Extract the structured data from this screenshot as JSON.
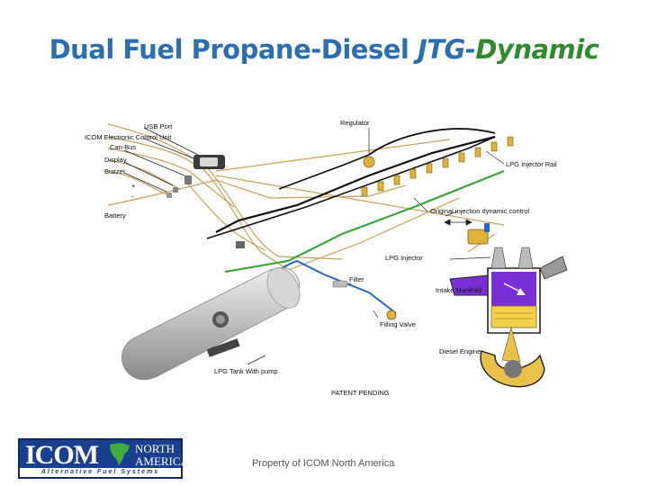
{
  "slide": {
    "title_part1": "Dual Fuel Propane-Diesel ",
    "title_part2": "JTG-",
    "title_part3": "Dynamic",
    "footer": "Property of ICOM North America"
  },
  "diagram": {
    "labels": {
      "usb_port": "USB Port",
      "ecu": "ICOM Electronic Control Unit",
      "can_bus": "Can-Bus",
      "display": "Display",
      "buzzer": "Buzzer",
      "battery": "Battery",
      "regulator": "Regulator",
      "lpg_injector_rail": "LPG Injector Rail",
      "original_injection": "Original injection dynamic control",
      "lpg_injector": "LPG Injector",
      "intake_manifold": "Intake Manifold",
      "filter": "Filter",
      "filling_valve": "Filling  Valve",
      "diesel_engine": "Diesel Engine",
      "lpg_tank": "LPG Tank With pump",
      "patent": "PATENT PENDING",
      "plus_sign": "+",
      "minus_sign": "-"
    }
  },
  "logo": {
    "icom": "ICOM",
    "north": "NORTH",
    "america": "AMERICA",
    "tagline": "Alternative Fuel Systems"
  },
  "colors": {
    "title_blue": "#2a6fb0",
    "title_green": "#2e8b2e",
    "wire_tan": "#c8a25a",
    "fuel_green": "#3aa63a",
    "fuel_blue": "#2c63c9",
    "engine_purple": "#7a2fd6",
    "piston_yellow": "#f2d04a",
    "logo_blue": "#1b3f8f"
  }
}
